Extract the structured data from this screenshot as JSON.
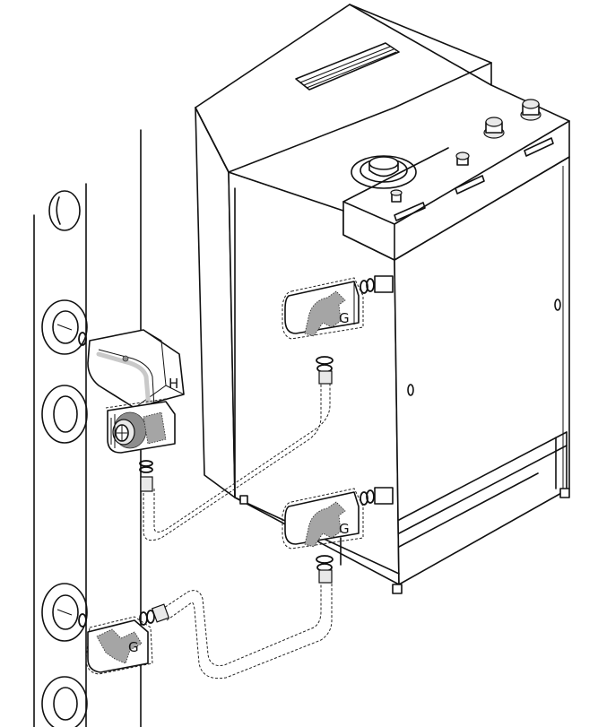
{
  "labels": {
    "h": "H",
    "g_upper": "G",
    "g_lower": "G",
    "g_wall": "G"
  },
  "colors": {
    "line": "#111111",
    "fill": "#ffffff",
    "component_grey": "#8d8d8d",
    "pipe_grey": "#c9c9c9"
  },
  "icons": [
    "boiler",
    "pump",
    "valve",
    "flexible-hose",
    "seal-ring",
    "gasket",
    "wall-pipe"
  ]
}
